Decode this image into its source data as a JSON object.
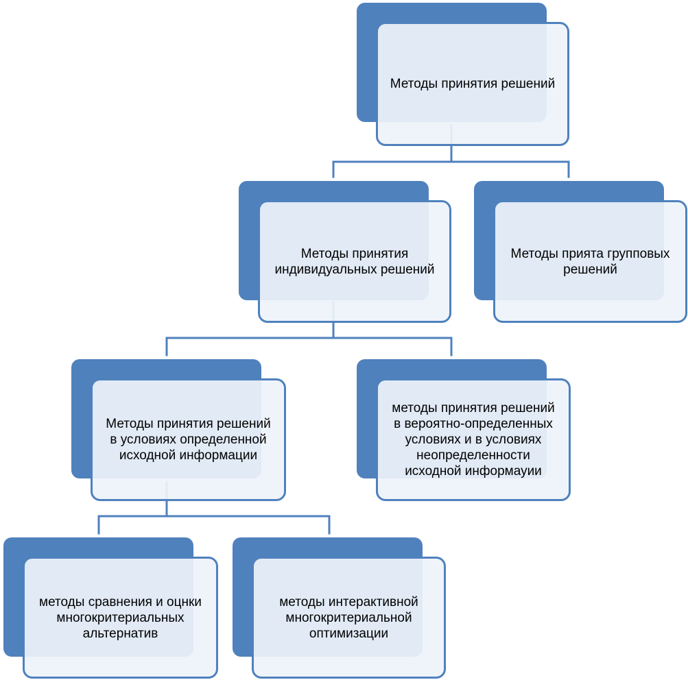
{
  "colors": {
    "accent": "#4f81bd",
    "box_fill": "#eef3fa",
    "text": "#000000"
  },
  "nodes": {
    "root": "Методы  принятия решений",
    "individual": "Методы принятия индивидуальных решений",
    "group": "Методы прията групповых решений",
    "certain": "Методы принятия решений в условиях определенной исходной информации",
    "uncertain": "методы принятия решений в вероятно-определенных условиях и в условиях неопределенности исходной информауии",
    "comparison": "методы сравнения и оцнки многокритериальных альтернатив",
    "interactive": "методы интерактивной многокритериальной оптимизации"
  }
}
